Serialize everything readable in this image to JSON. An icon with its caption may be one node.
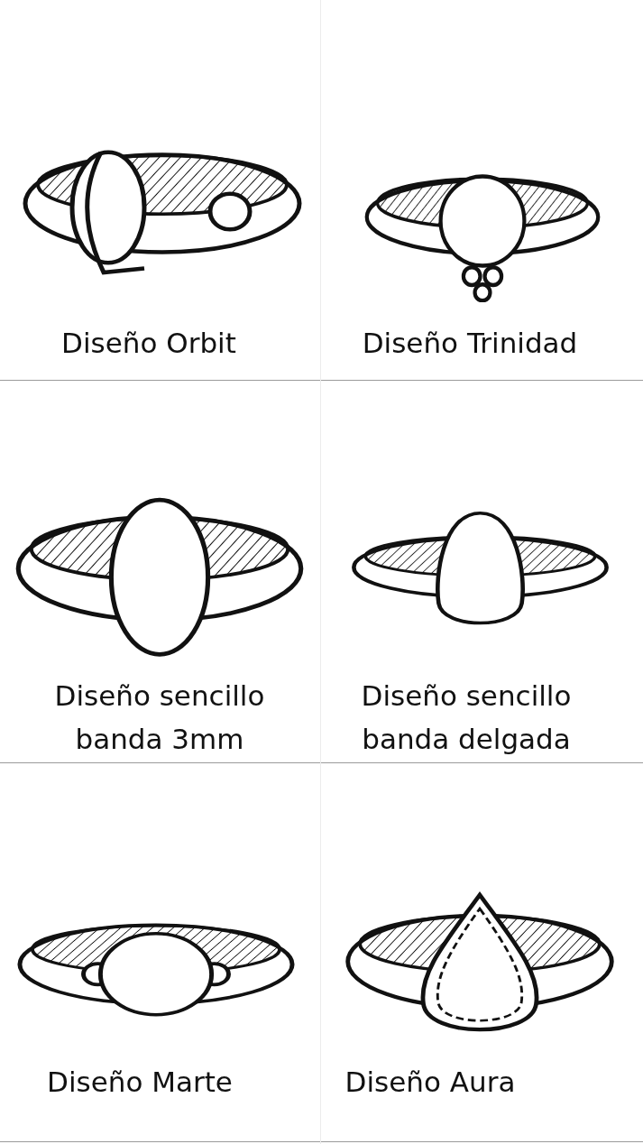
{
  "diagram": {
    "labels": [
      "Diseño Orbit",
      "Diseño Trinidad",
      "Diseño sencillo banda 3mm",
      "Diseño sencillo banda delgada",
      "Diseño Marte",
      "Diseño Aura"
    ]
  }
}
